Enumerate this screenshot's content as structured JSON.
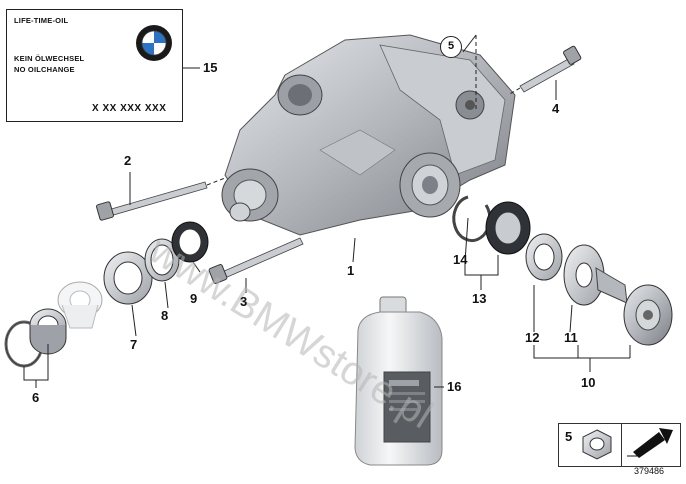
{
  "label_card": {
    "line1": "LIFE-TIME-OIL",
    "line2": "KEIN ÖLWECHSEL",
    "line3": "NO OILCHANGE",
    "code": "X XX XXX XXX",
    "logo": "bmw-logo"
  },
  "callouts": {
    "n1": "1",
    "n2": "2",
    "n3": "3",
    "n4": "4",
    "n5a": "5",
    "n5b": "5",
    "n6": "6",
    "n7": "7",
    "n8": "8",
    "n9": "9",
    "n10": "10",
    "n11": "11",
    "n12": "12",
    "n13": "13",
    "n14": "14",
    "n15": "15",
    "n16": "16"
  },
  "watermark": "www.BMWstore.pl",
  "diagram_id": "379486",
  "colors": {
    "metal": "#b9bcc0",
    "metal_dark": "#6d7176",
    "line": "#222222",
    "bottle": "#e9ebed"
  },
  "icons": [
    "nut-icon",
    "arrow-icon"
  ]
}
